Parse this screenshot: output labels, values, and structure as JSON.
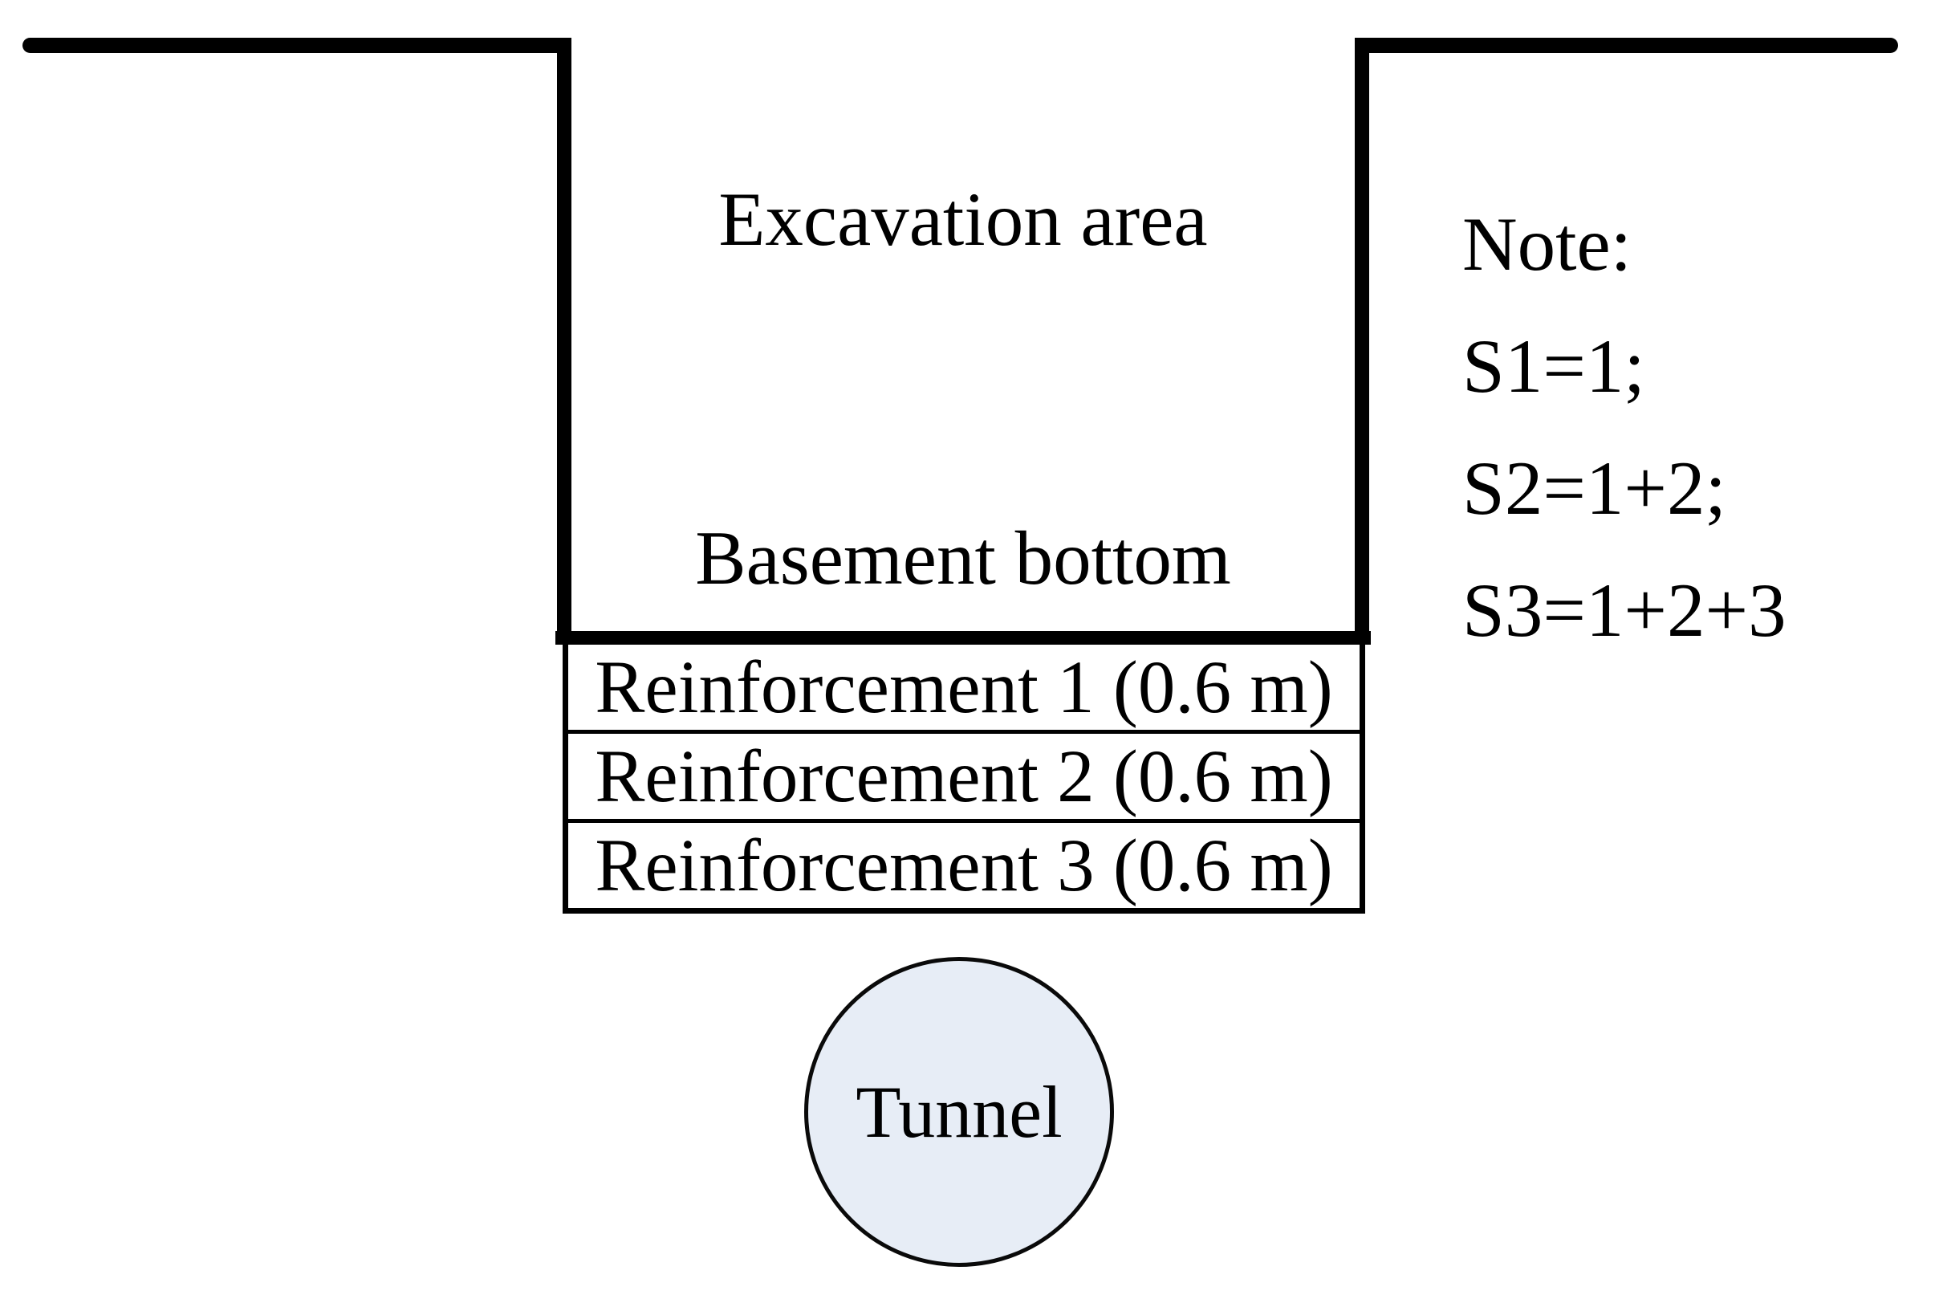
{
  "excavation": {
    "area_label": "Excavation area",
    "basement_label": "Basement bottom"
  },
  "reinforcements": [
    {
      "label": "Reinforcement 1 (0.6 m)"
    },
    {
      "label": "Reinforcement 2 (0.6 m)"
    },
    {
      "label": "Reinforcement 3 (0.6 m)"
    }
  ],
  "tunnel": {
    "label": "Tunnel"
  },
  "note": {
    "title": "Note:",
    "lines": [
      "S1=1;",
      "S2=1+2;",
      "S3=1+2+3"
    ]
  },
  "colors": {
    "line": "#000000",
    "background": "#ffffff",
    "tunnel_fill": "#e7edf6"
  }
}
